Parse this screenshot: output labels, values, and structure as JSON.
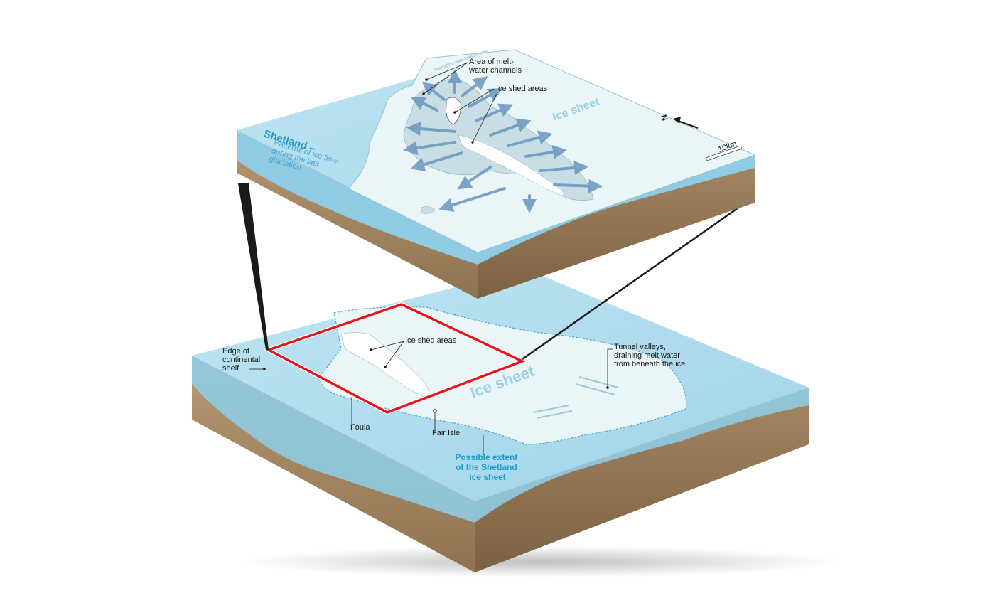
{
  "top_panel": {
    "title": "Shetland –",
    "subtitle_lines": [
      "Patterns of ice flow",
      "during the last",
      "glaciation"
    ],
    "ice_sheet_label": "Ice sheet",
    "callouts": {
      "meltwater": [
        "Area of melt-",
        "water channels"
      ],
      "ice_shed": "Ice shed areas"
    },
    "north_label": "N",
    "scale_label": "10km",
    "credit": "Illustration: www.fatmonk.com"
  },
  "bottom_panel": {
    "ice_sheet_label": "Ice sheet",
    "callouts": {
      "continental_shelf": [
        "Edge of",
        "continental",
        "shelf"
      ],
      "ice_shed": "Ice shed areas",
      "tunnel_valleys": [
        "Tunnel valleys,",
        "draining melt water",
        "from beneath the ice"
      ],
      "foula": "Foula",
      "fair_isle": "Fair Isle",
      "extent": [
        "Possible extent",
        "of the Shetland",
        "ice sheet"
      ]
    }
  },
  "colors": {
    "sea": "#a9d9ec",
    "ice": "#eaf5f8",
    "soil": "#a98a62",
    "soil_dark": "#8a6d4a",
    "highlight_frame": "#e8141b",
    "accent_blue": "#1d9cc7"
  }
}
